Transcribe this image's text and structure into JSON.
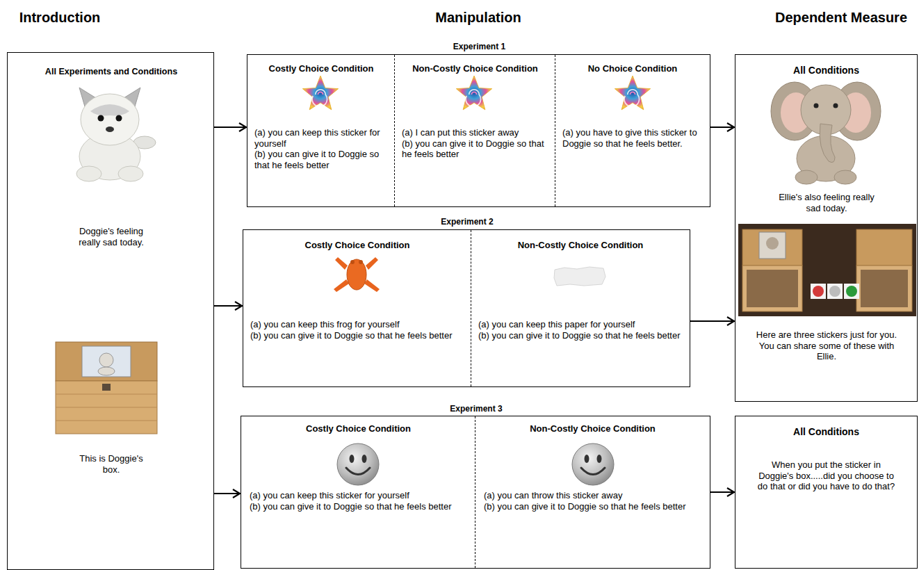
{
  "diagram": {
    "nodes": [
      {
        "text": [
          "All Experiments and Conditions",
          "Doggie's feeling really sad today.",
          "This is Doggie's box."
        ]
      },
      {
        "text": [
          "Experiment 1"
        ]
      },
      {
        "text": [
          "Costly Choice Condition",
          "(a) you can keep this sticker for yourself",
          "(b) you can give it to Doggie so that he feels better"
        ],
        "in": 1
      },
      {
        "text": [
          "Non-Costly Choice Condition",
          "(a) I can put this sticker away",
          "(b) you can give it to Doggie so that he feels better"
        ],
        "in": 1
      },
      {
        "text": [
          "No Choice Condition",
          "(a) you have to give this sticker to Doggie so that he feels better."
        ],
        "in": 1
      },
      {
        "text": [
          "Experiment 2"
        ]
      },
      {
        "text": [
          "Costly Choice Condition",
          "(a) you can keep this frog for yourself",
          "(b) you can give it to Doggie so that he feels better"
        ],
        "in": 5
      },
      {
        "text": [
          "Non-Costly Choice Condition",
          "(a) you can keep this paper for yourself",
          "(b) you can give it to Doggie so that he feels better"
        ],
        "in": 5
      },
      {
        "text": [
          "Experiment 3"
        ]
      },
      {
        "text": [
          "Costly Choice Condition",
          "(a) you can keep this sticker for yourself",
          "(b) you can give it to Doggie so that he feels better"
        ],
        "in": 8
      },
      {
        "text": [
          "Non-Costly Choice Condition",
          "(a) you can throw this sticker away",
          "(b) you can give it to Doggie so that he feels better"
        ],
        "in": 8
      },
      {
        "text": [
          "All Conditions",
          "Ellie's also feeling really sad today.",
          "Here are three stickers just for you.",
          "You can share some of these with Ellie."
        ]
      },
      {
        "text": [
          "All Conditions",
          "When you put the sticker in Doggie's box.....did you choose to do that or did you have to do that?"
        ]
      }
    ],
    "edges": [
      {
        "from": 0,
        "to": 1,
        "arrow": "to"
      },
      {
        "from": 0,
        "to": 5,
        "arrow": "to"
      },
      {
        "from": 0,
        "to": 8,
        "arrow": "to"
      },
      {
        "from": 1,
        "to": 11,
        "arrow": "to"
      },
      {
        "from": 5,
        "to": 11,
        "arrow": "to"
      },
      {
        "from": 8,
        "to": 12,
        "arrow": "to"
      }
    ],
    "labels": [
      "Introduction",
      "Manipulation",
      "Dependent Measure"
    ]
  }
}
